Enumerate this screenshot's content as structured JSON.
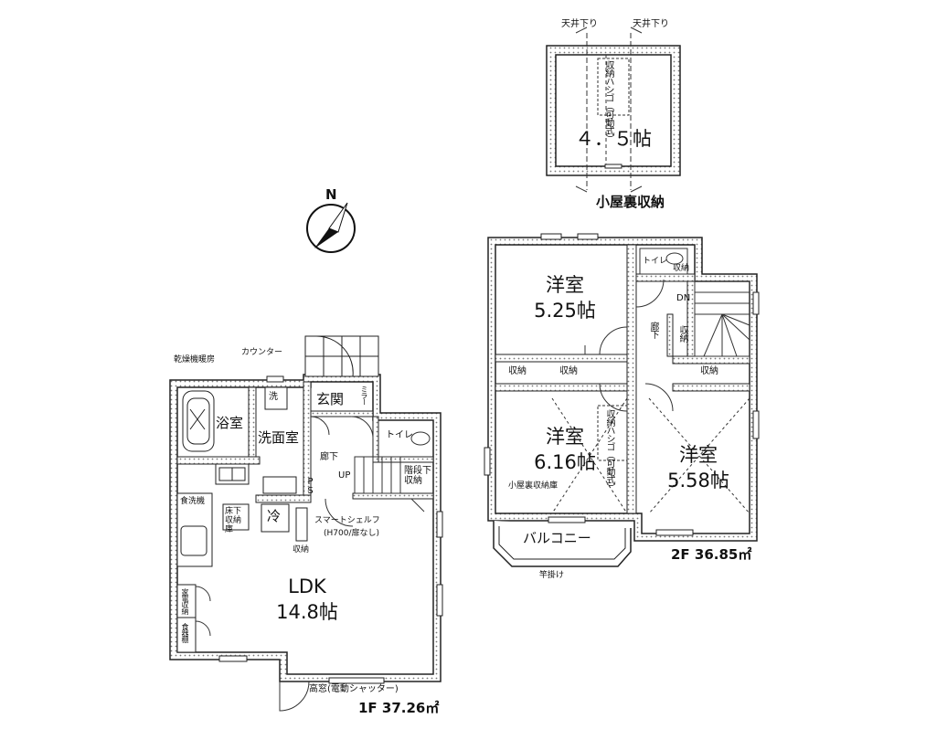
{
  "compass": {
    "north": "N"
  },
  "attic": {
    "ceiling_left": "天井下り",
    "ceiling_right": "天井下り",
    "ladder": "収納ハシゴ（可動式）",
    "size": "４．５帖",
    "title": "小屋裏収納"
  },
  "floor1": {
    "dryer": "乾燥機暖房",
    "counter": "カウンター",
    "bath": "浴室",
    "wash_small": "洗",
    "genkan": "玄関",
    "mirror": "ミラー",
    "washroom": "洗面室",
    "toilet": "トイレ",
    "hall": "廊下",
    "up": "UP",
    "ps": "PS",
    "stair_storage": "階段下収納",
    "dishwasher": "食洗機",
    "floor_storage": "床下収納庫",
    "fridge": "冷",
    "shelf": "スマートシェルフ",
    "shelf_note": "(H700/扉なし)",
    "storage": "収納",
    "pantry": "家電収納",
    "cupboard": "食器棚",
    "ldk": "LDK",
    "ldk_size": "14.8帖",
    "window": "高窓(電動シャッター)",
    "area": "1F  37.26㎡"
  },
  "floor2": {
    "room1": "洋室",
    "room1_size": "5.25帖",
    "toilet": "トイレ",
    "toilet_storage": "収納",
    "dn": "DN",
    "hall": "廊下",
    "hall_storage": "収納",
    "storage_a": "収納",
    "storage_b": "収納",
    "storage_c": "収納",
    "room2": "洋室",
    "room2_size": "6.16帖",
    "ladder": "収納ハシゴ（可動式）",
    "attic_label": "小屋裏収納庫",
    "room3": "洋室",
    "room3_size": "5.58帖",
    "balcony": "バルコニー",
    "pole": "竿掛け",
    "area": "2F  36.85㎡"
  }
}
